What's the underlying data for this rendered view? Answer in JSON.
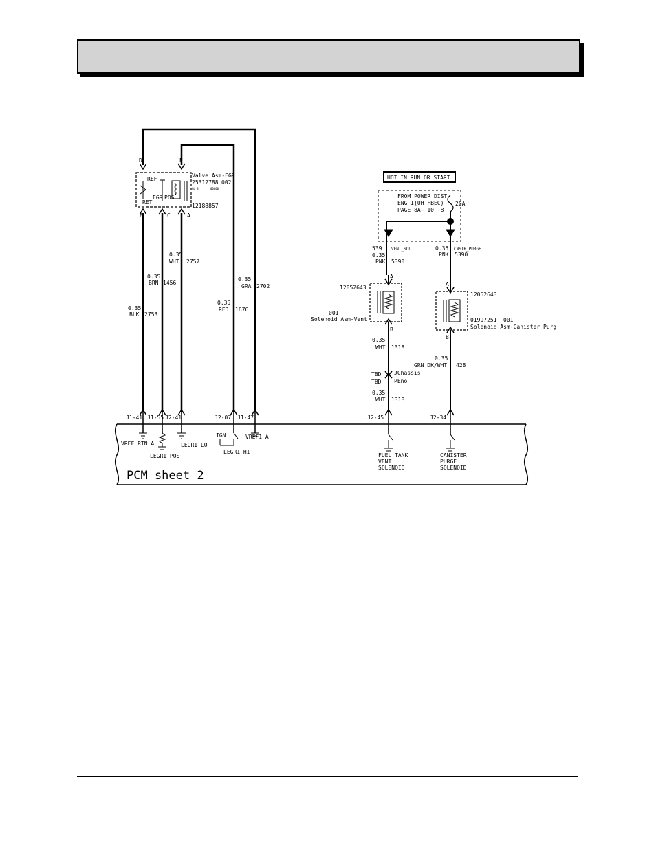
{
  "header": {
    "title": ""
  },
  "diagram": {
    "hot_label": "HOT IN RUN OR START",
    "power_dist": {
      "line1": "FROM POWER DIST",
      "line2": "ENG I(UH FBEC)",
      "line3": "PAGE  8A- 10 -8",
      "fuse": "20A"
    },
    "egr_valve": {
      "name": "Valve Asm-EGR",
      "part": "25312788",
      "code": "002",
      "part2": "12188857",
      "ref": "REF",
      "ret": "RET",
      "egr": "EGR",
      "pos": "POS",
      "tiny1": "GL 3",
      "tiny2": "00000"
    },
    "connectors": {
      "D": "D",
      "E": "E",
      "B": "B",
      "C": "C",
      "A": "A",
      "vent_A": "A",
      "vent_B": "B",
      "purge_A": "A",
      "purge_B": "B"
    },
    "wires": {
      "w2753": {
        "gauge": "0.35",
        "color": "BLK",
        "circuit": "2753"
      },
      "w1456": {
        "gauge": "0.35",
        "color": "BRN",
        "circuit": "1456"
      },
      "w2757": {
        "gauge": "0.35",
        "color": "WHT",
        "circuit": "2757"
      },
      "w1676": {
        "gauge": "0.35",
        "color": "RED",
        "circuit": "1676"
      },
      "w2702": {
        "gauge": "0.35",
        "color": "GRA",
        "circuit": "2702"
      },
      "vent_top": {
        "num": "539",
        "gauge": "0.35",
        "color": "PNK",
        "circuit": "5390",
        "name": "VENT_SOL"
      },
      "purge_top": {
        "gauge": "0.35",
        "color": "PNK",
        "circuit": "5390",
        "name": "CNSTR_PURGE"
      },
      "vent_mid": {
        "gauge": "0.35",
        "color": "WHT",
        "circuit": "1318"
      },
      "vent_bot": {
        "gauge": "0.35",
        "color": "WHT",
        "circuit": "1318"
      },
      "purge_mid": {
        "gauge": "0.35",
        "color": "GRN DK/WHT",
        "circuit": "428"
      },
      "tbd1": "TBD",
      "tbd2": "TBD",
      "jchassis": "JChassis",
      "peno": "PEno"
    },
    "vent_solenoid": {
      "part": "12052643",
      "code": "001",
      "name": "Solenoid Asm-Vent"
    },
    "purge_solenoid": {
      "part": "12052643",
      "part2": "01997251",
      "code": "001",
      "name": "Solenoid Asm-Canister Purg"
    },
    "pcm_pins": [
      "J1-41",
      "J1-55",
      "J2-41",
      "J2-07",
      "J1-47",
      "J2-45",
      "J2-34"
    ],
    "pcm_labels": {
      "vref_rtn": "VREF RTN A",
      "legr_pos": "LEGR1 POS",
      "legr_lo": "LEGR1 LO",
      "ign": "IGN",
      "legr_hi": "LEGR1 HI",
      "vref": "VREF1 A",
      "fuel_tank": [
        "FUEL TANK",
        "VENT",
        "SOLENOID"
      ],
      "canister": [
        "CANISTER",
        "PURGE",
        "SOLENOID"
      ]
    },
    "pcm_sheet": "PCM sheet 2"
  }
}
